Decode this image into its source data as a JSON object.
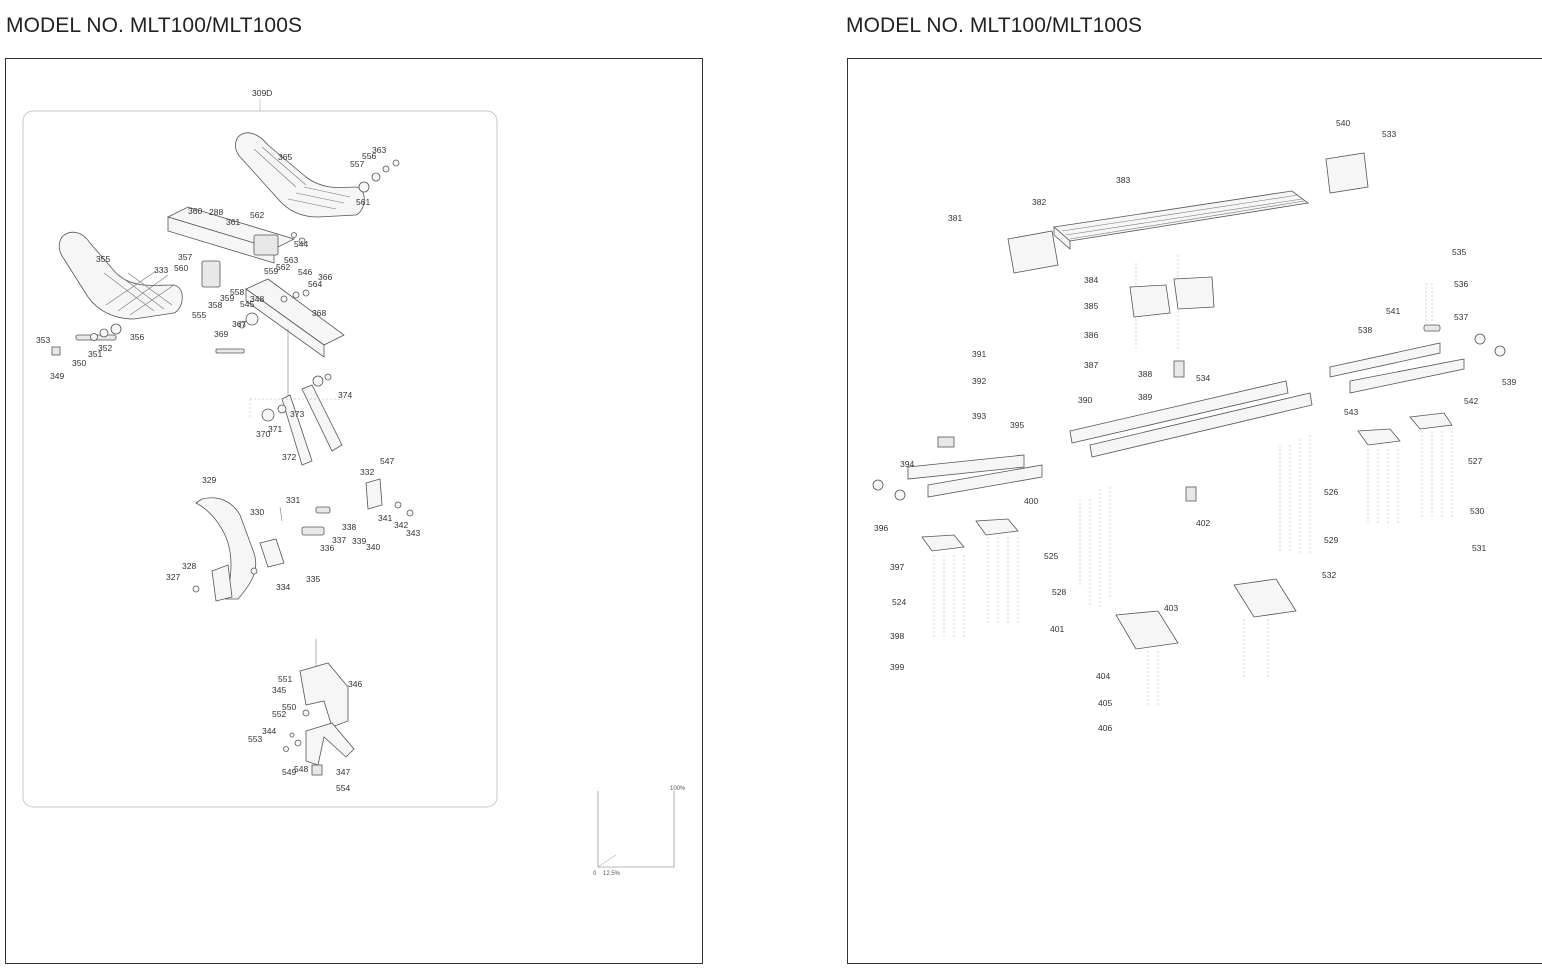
{
  "header": {
    "left_title": "MODEL NO. MLT100/MLT100S",
    "right_title": "MODEL NO. MLT100/MLT100S"
  },
  "left_diagram": {
    "group_label": "309D",
    "callouts": [
      "365",
      "363",
      "556",
      "557",
      "561",
      "360",
      "288",
      "361",
      "562",
      "544",
      "355",
      "357",
      "333",
      "560",
      "559",
      "562",
      "563",
      "546",
      "366",
      "564",
      "558",
      "359",
      "358",
      "348",
      "545",
      "368",
      "555",
      "367",
      "369",
      "353",
      "352",
      "351",
      "350",
      "349",
      "356",
      "374",
      "373",
      "371",
      "370",
      "372",
      "329",
      "332",
      "547",
      "331",
      "330",
      "338",
      "341",
      "342",
      "343",
      "339",
      "340",
      "337",
      "336",
      "328",
      "327",
      "334",
      "335",
      "551",
      "345",
      "346",
      "550",
      "552",
      "344",
      "553",
      "549",
      "548",
      "347",
      "554"
    ],
    "scale_mark": {
      "top": "100%",
      "zero": "0",
      "bottom": "12.5%"
    }
  },
  "right_diagram": {
    "callouts": [
      "540",
      "533",
      "383",
      "382",
      "381",
      "535",
      "536",
      "384",
      "385",
      "386",
      "387",
      "388",
      "534",
      "541",
      "537",
      "538",
      "391",
      "392",
      "389",
      "390",
      "539",
      "542",
      "543",
      "393",
      "395",
      "394",
      "527",
      "526",
      "396",
      "400",
      "402",
      "530",
      "531",
      "529",
      "525",
      "397",
      "528",
      "532",
      "524",
      "403",
      "401",
      "398",
      "399",
      "404",
      "405",
      "406"
    ]
  }
}
